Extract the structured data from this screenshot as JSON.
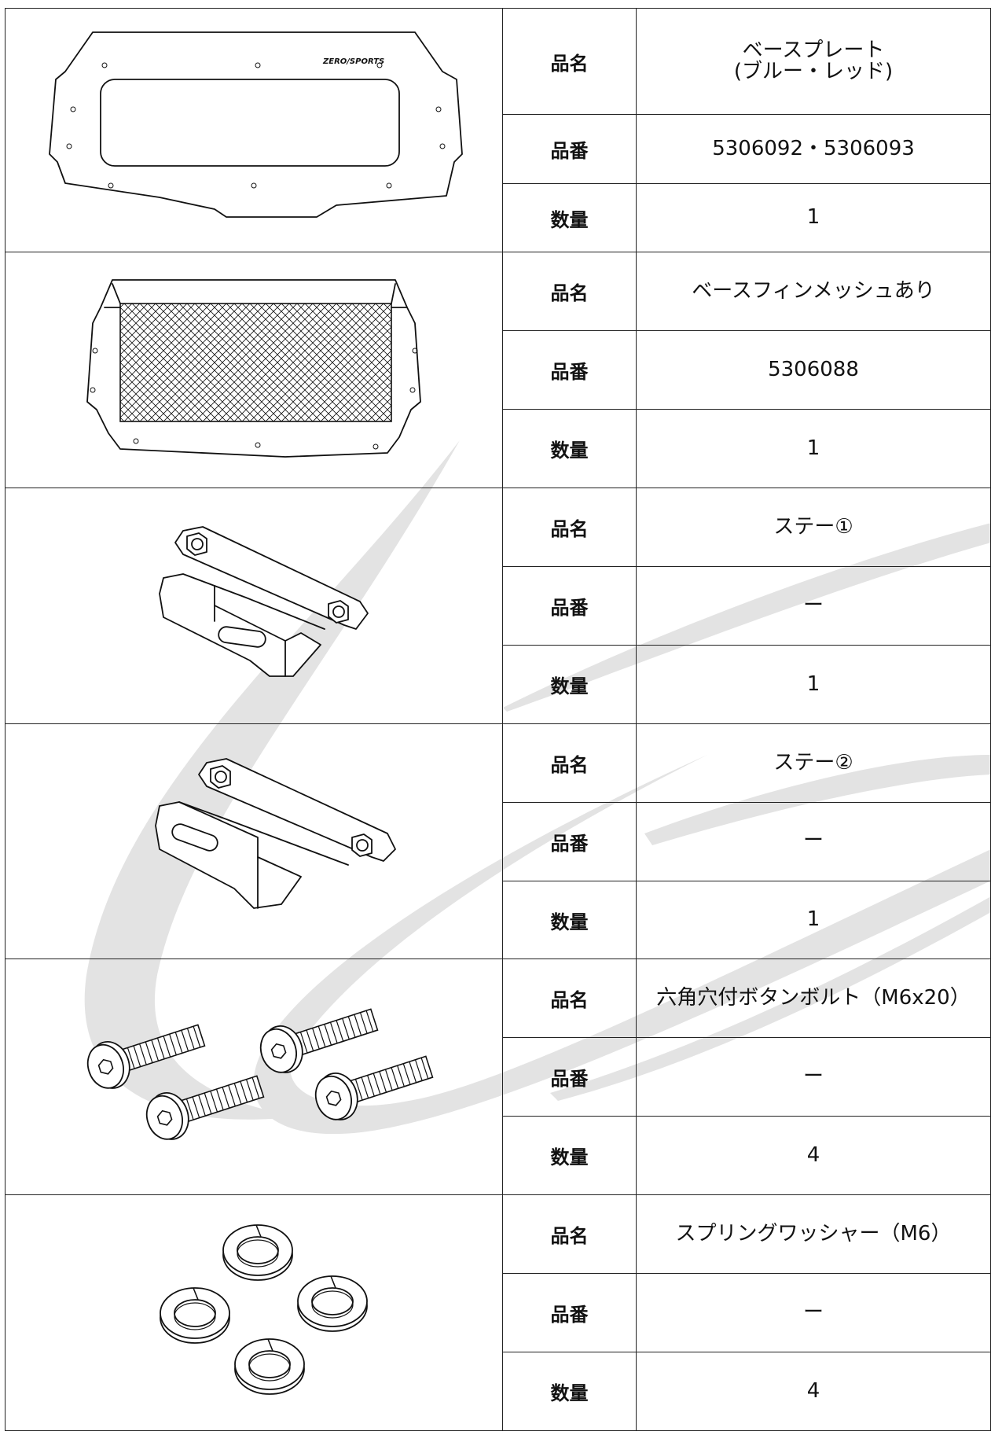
{
  "labels": {
    "name": "品名",
    "number": "品番",
    "qty": "数量"
  },
  "parts": [
    {
      "name": "ベースプレート\n(ブルー・レッド)",
      "number": "5306092・5306093",
      "qty": "1",
      "image_text": "ZERO/SPORTS"
    },
    {
      "name": "ベースフィンメッシュあり",
      "number": "5306088",
      "qty": "1"
    },
    {
      "name": "ステー①",
      "number": "ー",
      "qty": "1"
    },
    {
      "name": "ステー②",
      "number": "ー",
      "qty": "1"
    },
    {
      "name": "六角穴付ボタンボルト（M6x20）",
      "number": "ー",
      "qty": "4"
    },
    {
      "name": "スプリングワッシャー（M6）",
      "number": "ー",
      "qty": "4"
    }
  ],
  "colors": {
    "watermark": "#e3e3e3",
    "border": "#222222",
    "text": "#111111"
  }
}
